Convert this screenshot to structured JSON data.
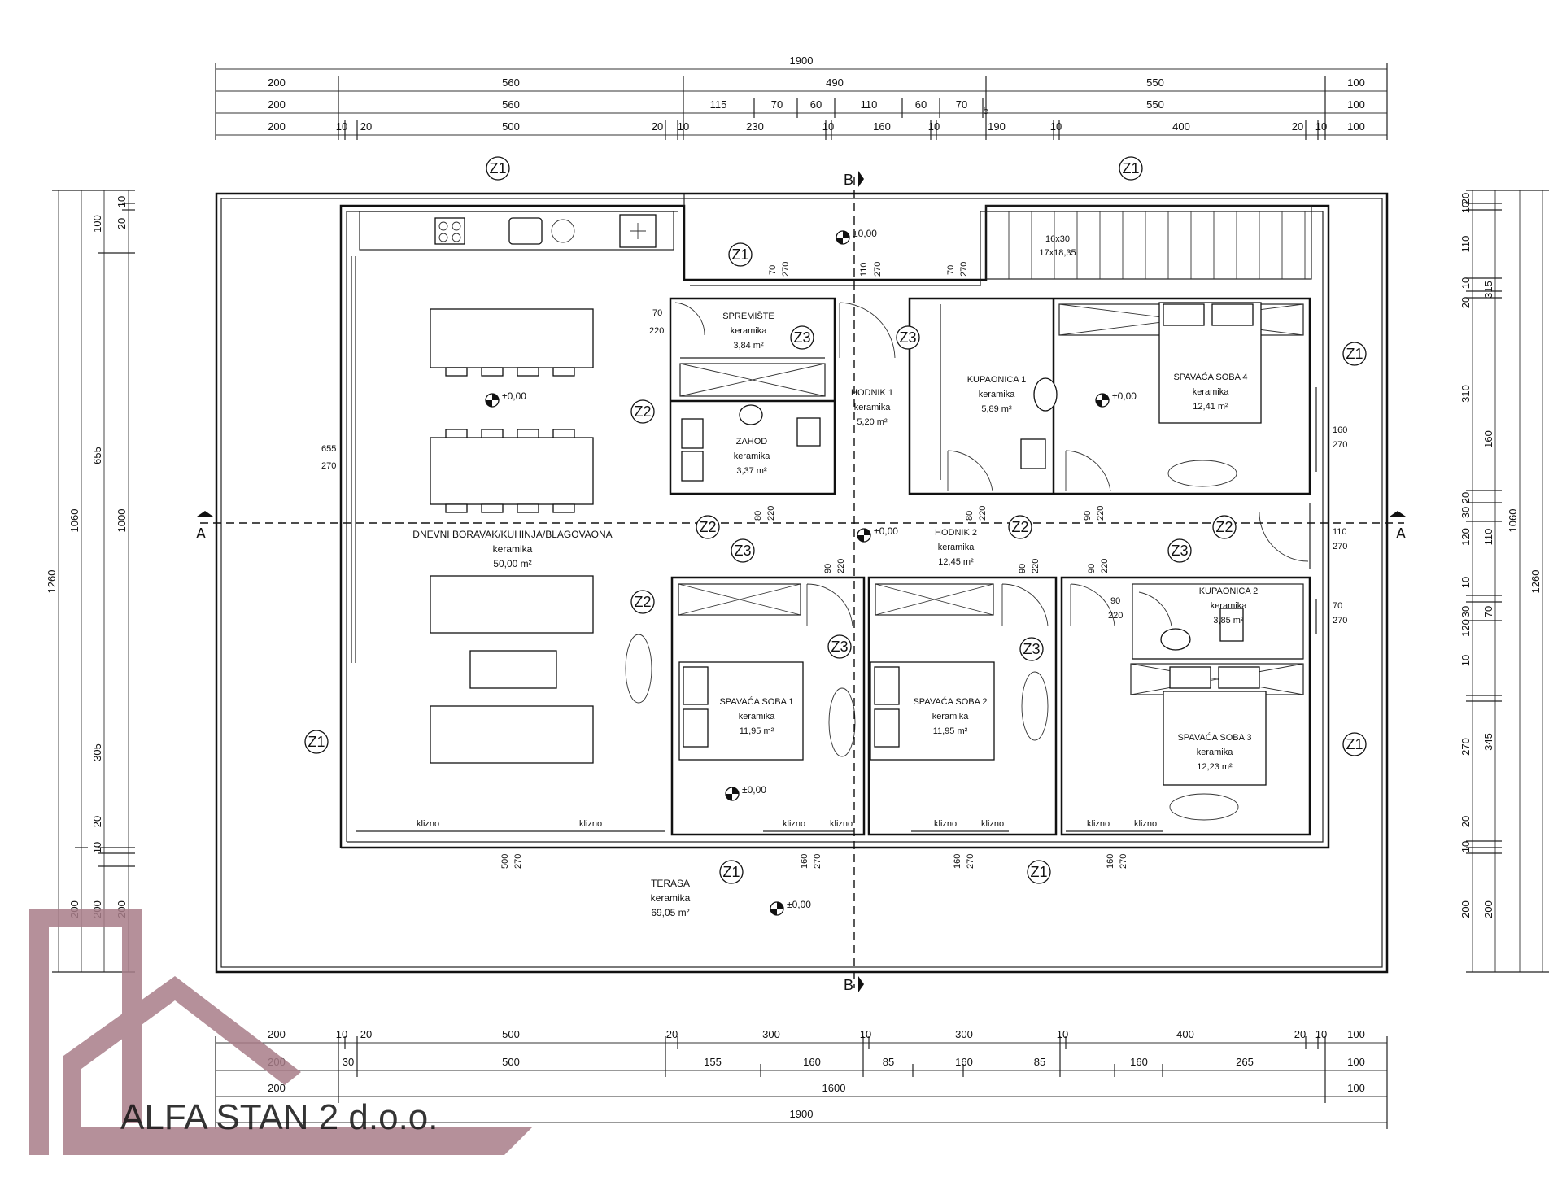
{
  "dims_top": [
    [
      "1900"
    ],
    [
      "200",
      "560",
      "490",
      "550",
      "100"
    ],
    [
      "200",
      "560",
      "115",
      "70",
      "60",
      "110",
      "60",
      "70",
      "5",
      "550",
      "100"
    ],
    [
      "200",
      "10",
      "20",
      "500",
      "20",
      "10",
      "230",
      "10",
      "160",
      "10",
      "190",
      "10",
      "400",
      "20",
      "10",
      "100"
    ]
  ],
  "dims_bottom": [
    [
      "200",
      "10",
      "20",
      "500",
      "20",
      "300",
      "10",
      "300",
      "10",
      "400",
      "20",
      "10",
      "100"
    ],
    [
      "200",
      "30",
      "500",
      "155",
      "160",
      "85",
      "160",
      "85",
      "160",
      "265",
      "100"
    ],
    [
      "200",
      "1600",
      "100"
    ],
    [
      "1900"
    ]
  ],
  "dims_left": [
    [
      "1260"
    ],
    [
      "1060"
    ],
    [
      "100",
      "655",
      "305",
      "10",
      "20",
      "200"
    ],
    [
      "20",
      "10",
      "1000",
      "200",
      "200"
    ]
  ],
  "dims_right": [
    [
      "20",
      "10",
      "110",
      "20",
      "10",
      "310",
      "20",
      "30",
      "120",
      "10",
      "30",
      "120",
      "10",
      "270",
      "10",
      "20",
      "200"
    ],
    [
      "315",
      "160",
      "110",
      "70",
      "345",
      "200"
    ],
    [
      "1060"
    ],
    [
      "1260"
    ]
  ],
  "rooms": {
    "living": {
      "name": "DNEVNI BORAVAK/KUHINJA/BLAGOVAONA",
      "floor": "keramika",
      "area": "50,00 m²"
    },
    "storage": {
      "name": "SPREMIŠTE",
      "floor": "keramika",
      "area": "3,84 m²"
    },
    "wc": {
      "name": "ZAHOD",
      "floor": "keramika",
      "area": "3,37 m²"
    },
    "hall1": {
      "name": "HODNIK 1",
      "floor": "keramika",
      "area": "5,20 m²"
    },
    "bath1": {
      "name": "KUPAONICA 1",
      "floor": "keramika",
      "area": "5,89 m²"
    },
    "bed4": {
      "name": "SPAVAĆA SOBA 4",
      "floor": "keramika",
      "area": "12,41 m²"
    },
    "hall2": {
      "name": "HODNIK 2",
      "floor": "keramika",
      "area": "12,45 m²"
    },
    "bath2": {
      "name": "KUPAONICA 2",
      "floor": "keramika",
      "area": "3,85 m²"
    },
    "bed1": {
      "name": "SPAVAĆA SOBA 1",
      "floor": "keramika",
      "area": "11,95 m²"
    },
    "bed2": {
      "name": "SPAVAĆA SOBA 2",
      "floor": "keramika",
      "area": "11,95 m²"
    },
    "bed3": {
      "name": "SPAVAĆA SOBA 3",
      "floor": "keramika",
      "area": "12,23 m²"
    },
    "terrace": {
      "name": "TERASA",
      "floor": "keramika",
      "area": "69,05 m²"
    }
  },
  "stairs": {
    "line1": "16x30",
    "line2": "17x18,35"
  },
  "level_mark": "±0,00",
  "section_a": "A",
  "section_b": "B",
  "zone_tags": {
    "z1": "Z1",
    "z2": "Z2",
    "z3": "Z3"
  },
  "openings": {
    "o_70_220": [
      "70",
      "220"
    ],
    "o_655_270": [
      "655",
      "270"
    ],
    "o_70_270": [
      "70",
      "270"
    ],
    "o_110_270": [
      "110",
      "270"
    ],
    "o_80_220": [
      "80",
      "220"
    ],
    "o_90_220": [
      "90",
      "220"
    ],
    "o_160_270": [
      "160",
      "270"
    ],
    "o_500_270": [
      "500",
      "270"
    ]
  },
  "window_note": "klizno",
  "logo": {
    "text": "ALFA STAN 2 d.o.o.",
    "color": "#a87c88"
  }
}
